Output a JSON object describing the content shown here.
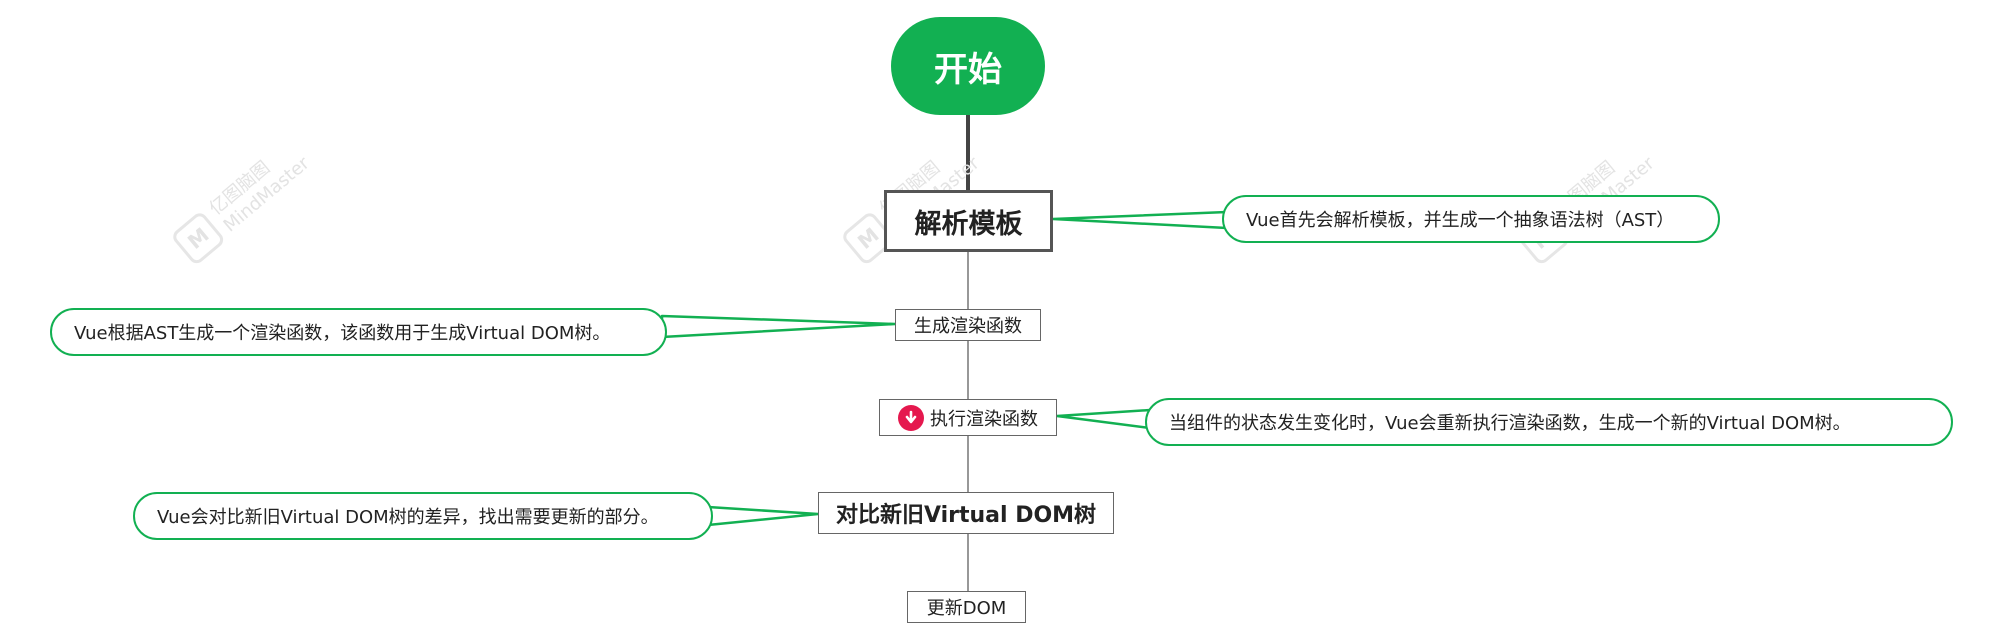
{
  "diagram": {
    "start": "开始",
    "steps": [
      {
        "label": "解析模板",
        "note": "Vue首先会解析模板，并生成一个抽象语法树（AST）"
      },
      {
        "label": "生成渲染函数",
        "note": "Vue根据AST生成一个渲染函数，该函数用于生成Virtual DOM树。"
      },
      {
        "label": "执行渲染函数",
        "note": "当组件的状态发生变化时，Vue会重新执行渲染函数，生成一个新的Virtual DOM树。",
        "icon": "arrow-down-circle-icon"
      },
      {
        "label": "对比新旧Virtual DOM树",
        "note": "Vue会对比新旧Virtual DOM树的差异，找出需要更新的部分。"
      },
      {
        "label": "更新DOM"
      }
    ]
  },
  "watermark": {
    "line1": "亿图脑图",
    "line2": "MindMaster"
  },
  "colors": {
    "accent": "#12b052",
    "icon": "#e5184e",
    "border": "#555555"
  }
}
